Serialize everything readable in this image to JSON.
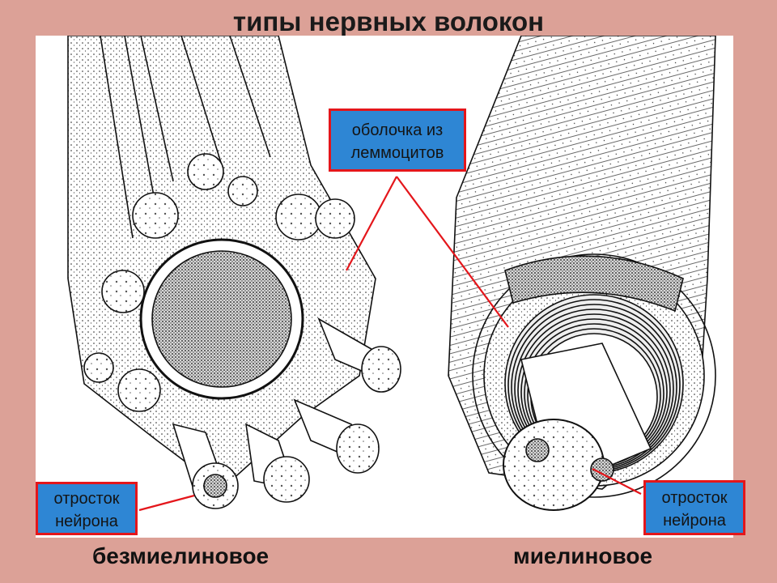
{
  "title": "типы нервных волокон",
  "callouts": {
    "sheath": {
      "line1": "оболочка из",
      "line2": "леммоцитов"
    },
    "axon_left": {
      "line1": "отросток",
      "line2": "нейрона"
    },
    "axon_right": {
      "line1": "отросток",
      "line2": "нейрона"
    }
  },
  "labels": {
    "unmyelinated": "безмиелиновое",
    "myelinated": "миелиновое"
  },
  "colors": {
    "background": "#dca197",
    "callout_fill": "#2e86d4",
    "callout_border": "#e4161b",
    "pointer_line": "#e4161b"
  }
}
